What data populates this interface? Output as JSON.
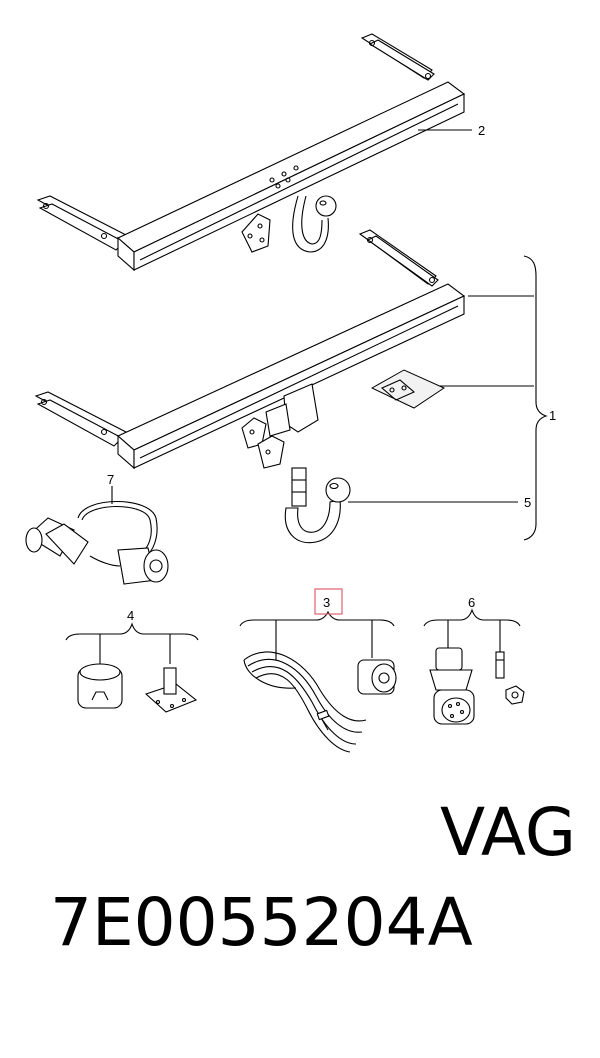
{
  "callouts": {
    "bar_upper": "2",
    "assembly": "1",
    "ball": "5",
    "cable_adapter": "7",
    "socket_small": "4",
    "wiring_kit": "3",
    "socket_13pin": "6"
  },
  "highlight_color": "#e06070",
  "part_code": "7E0055204A",
  "brand": "VAG"
}
